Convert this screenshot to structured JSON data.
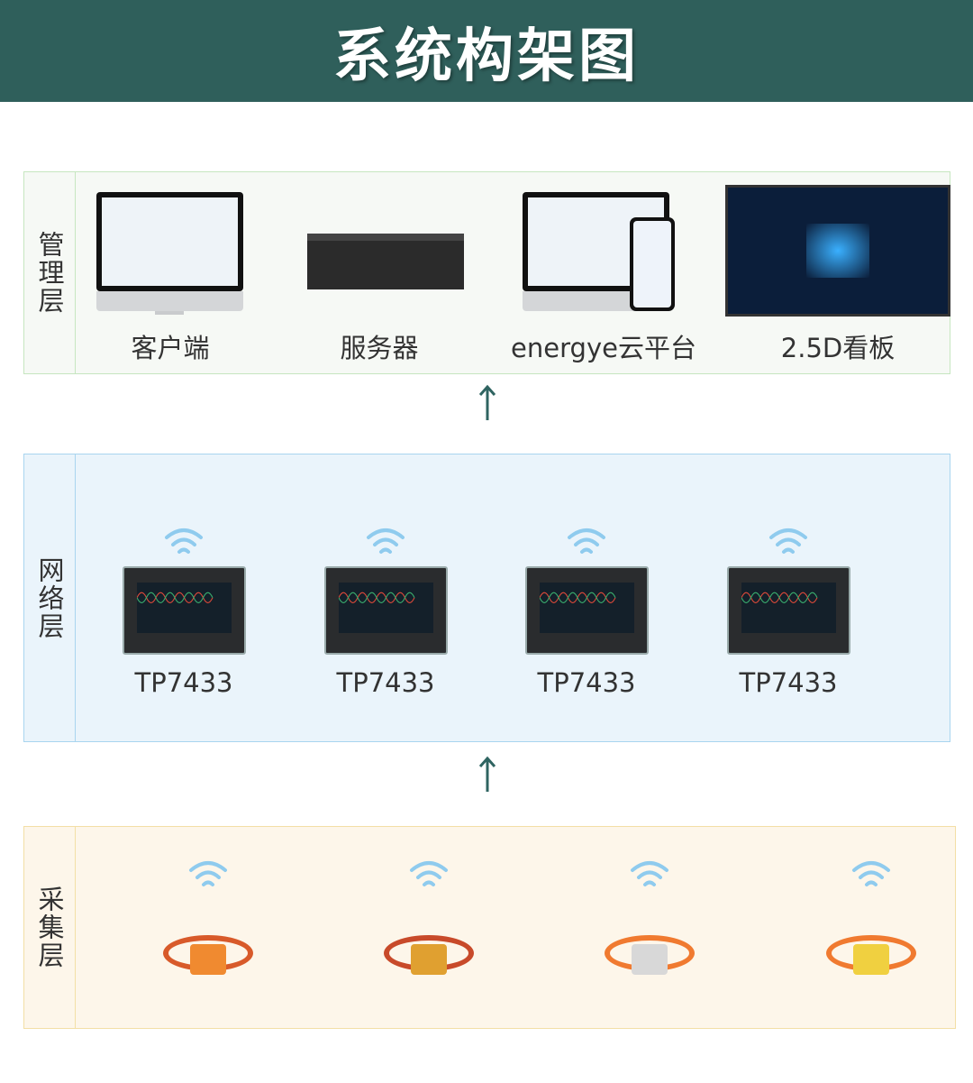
{
  "title": "系统构架图",
  "layers": {
    "management": {
      "label": "管理层",
      "items": [
        "客户端",
        "服务器",
        "energye云平台",
        "2.5D看板"
      ]
    },
    "network": {
      "label": "网络层",
      "items": [
        "TP7433",
        "TP7433",
        "TP7433",
        "TP7433"
      ]
    },
    "collection": {
      "label": "采集层"
    }
  },
  "colors": {
    "header": "#2f5f5b",
    "arrow": "#2f6461"
  }
}
